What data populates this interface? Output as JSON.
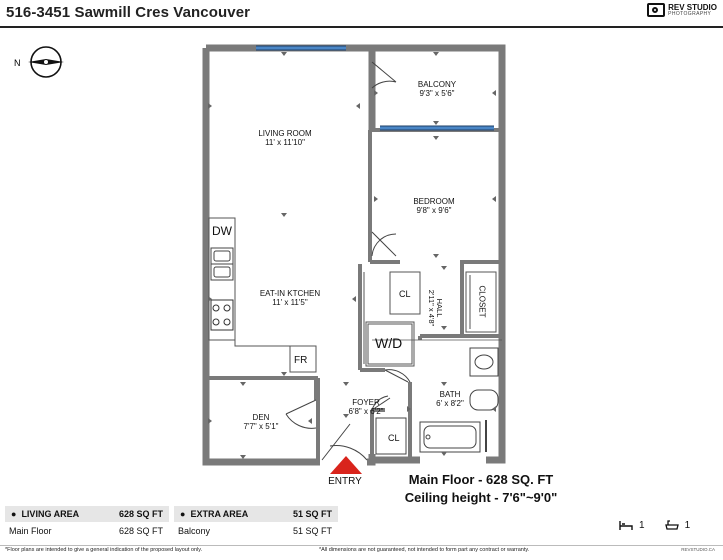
{
  "header": {
    "title": "516-3451 Sawmill Cres Vancouver",
    "brand_line1": "REV STUDIO",
    "brand_line2": "PHOTOGRAPHY"
  },
  "compass": {
    "label": "N"
  },
  "rooms": {
    "living": {
      "name": "LIVING ROOM",
      "dims": "11' x 11'10\""
    },
    "balcony": {
      "name": "BALCONY",
      "dims": "9'3\" x 5'6\""
    },
    "bedroom": {
      "name": "BEDROOM",
      "dims": "9'8\" x 9'6\""
    },
    "kitchen": {
      "name": "EAT-IN KTCHEN",
      "dims": "11' x 11'5\""
    },
    "den": {
      "name": "DEN",
      "dims": "7'7\" x 5'1\""
    },
    "foyer": {
      "name": "FOYER",
      "dims": "6'8\" x 6'2\""
    },
    "bath": {
      "name": "BATH",
      "dims": "6' x 8'2\""
    },
    "hall": {
      "name": "HALL",
      "dims": "2'11\" x 4'8\""
    }
  },
  "fixtures": {
    "dw": "DW",
    "fr": "FR",
    "wd": "W/D",
    "cl_upper": "CL",
    "cl_lower": "CL",
    "closet": "CLOSET"
  },
  "entry_label": "ENTRY",
  "summary": {
    "line1": "Main Floor - 628 SQ. FT",
    "line2": "Ceiling height - 7'6\"~9'0\""
  },
  "living_area": {
    "header": "LIVING AREA",
    "total": "628 SQ FT",
    "rows": [
      {
        "label": "Main Floor",
        "value": "628 SQ FT"
      }
    ]
  },
  "extra_area": {
    "header": "EXTRA AREA",
    "total": "51 SQ FT",
    "rows": [
      {
        "label": "Balcony",
        "value": "51 SQ FT"
      }
    ]
  },
  "counts": {
    "bedrooms": "1",
    "bathrooms": "1"
  },
  "disclaimers": {
    "left": "*Floor plans are intended to give a general indication of the proposed layout only.",
    "mid": "*All dimensions are not guaranteed, not intended to form part any contract or warranty.",
    "right": "REVSTUDIO.CA"
  },
  "colors": {
    "wall": "#7a7a7a",
    "window": "#4a86c6",
    "entry_arrow": "#d9241c"
  }
}
